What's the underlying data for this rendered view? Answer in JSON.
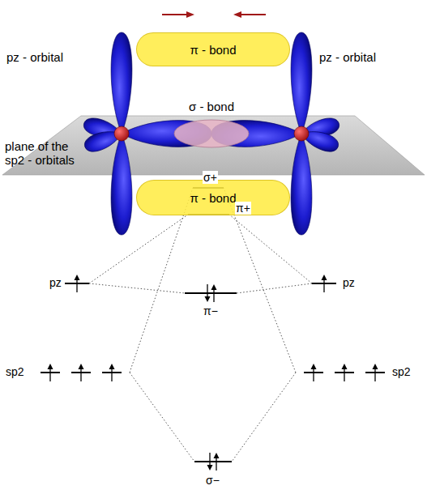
{
  "diagram": {
    "nodes": [
      {
        "text": [
          "π - bond"
        ]
      },
      {
        "text": [
          "σ - bond"
        ]
      },
      {
        "text": [
          "π - bond"
        ]
      }
    ],
    "labels": [
      "pz - orbital",
      "pz - orbital",
      "plane of the sp2 - orbitals",
      "σ+",
      "π+",
      "pz",
      "pz",
      "π−",
      "sp2",
      "sp2",
      "σ−"
    ]
  }
}
